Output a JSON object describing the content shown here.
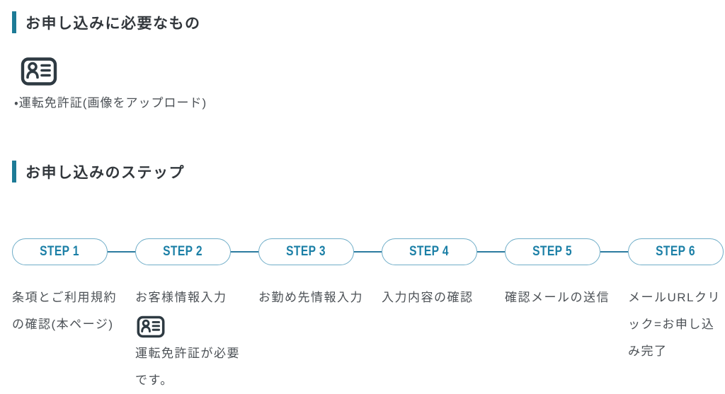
{
  "colors": {
    "accent_bar": "#1d7b96",
    "heading_text": "#32373c",
    "body_text": "#4c5156",
    "step_label_text": "#1b7fa6",
    "pill_border": "#6fadc8",
    "connector_line": "#2c7ba0",
    "icon": "#2e3a42",
    "background": "#ffffff"
  },
  "requirements": {
    "heading": "お申し込みに必要なもの",
    "icon": "id-card-icon",
    "items": [
      "・運転免許証(画像をアップロード)"
    ]
  },
  "steps_section": {
    "heading": "お申し込みのステップ",
    "steps": [
      {
        "label": "STEP 1",
        "description": "条項とご利用規約の確認(本ページ)"
      },
      {
        "label": "STEP 2",
        "description": "お客様情報入力",
        "icon": "id-card-icon",
        "note": "運転免許証が必要です。"
      },
      {
        "label": "STEP 3",
        "description": "お勤め先情報入力"
      },
      {
        "label": "STEP 4",
        "description": "入力内容の確認"
      },
      {
        "label": "STEP 5",
        "description": "確認メールの送信"
      },
      {
        "label": "STEP 6",
        "description": "メールURLクリック=お申し込み完了"
      }
    ]
  }
}
